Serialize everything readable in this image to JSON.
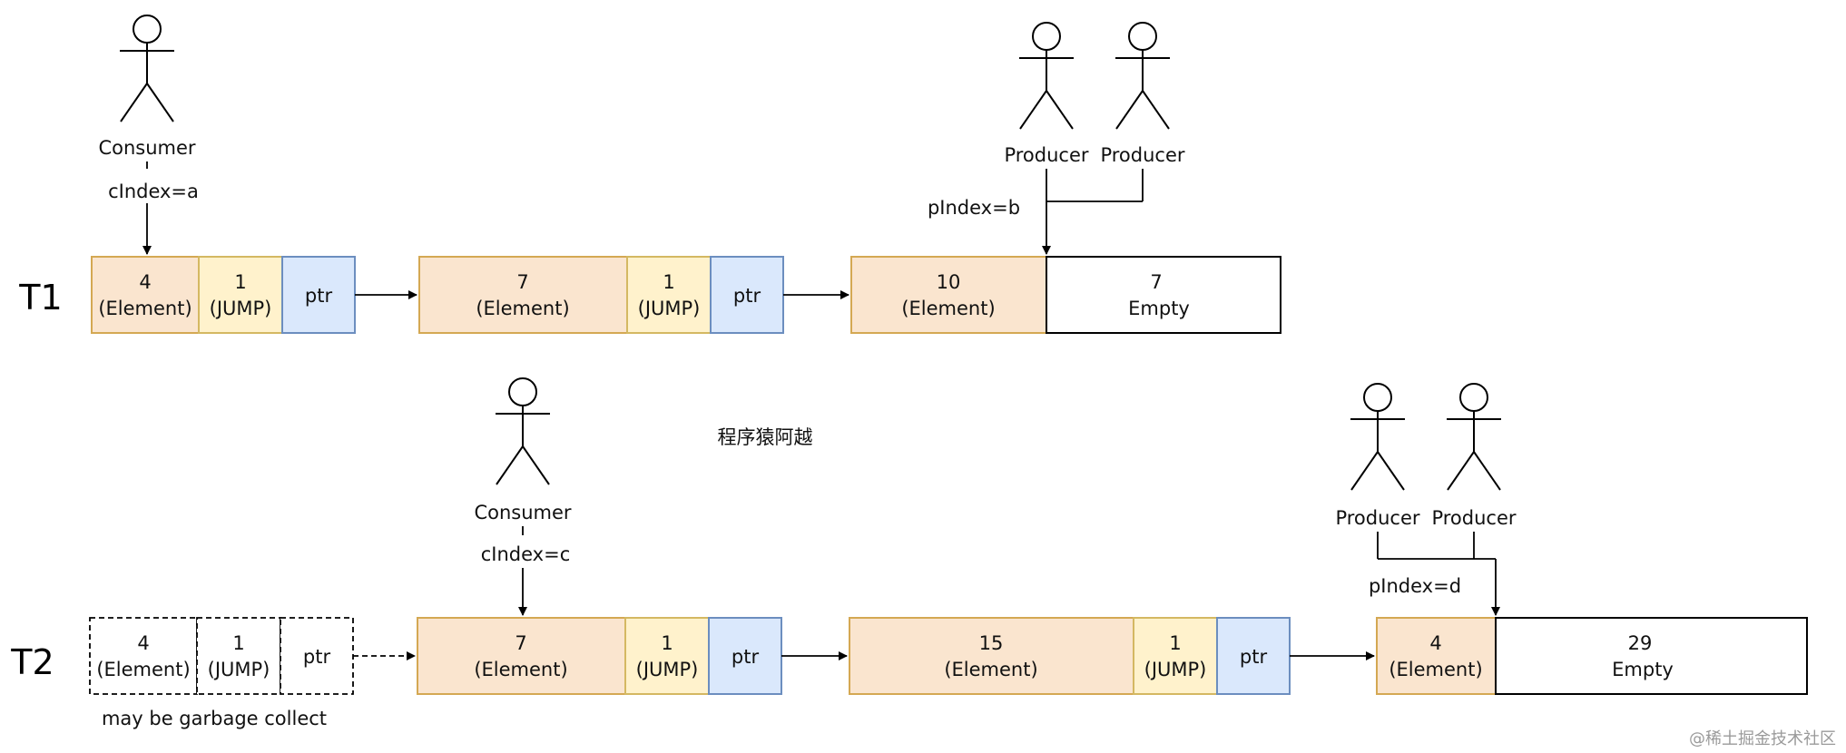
{
  "rows": {
    "t1": "T1",
    "t2": "T2"
  },
  "actors": {
    "t1_consumer": "Consumer",
    "t1_producer_a": "Producer",
    "t1_producer_b": "Producer",
    "t2_consumer": "Consumer",
    "t2_producer_a": "Producer",
    "t2_producer_b": "Producer"
  },
  "indices": {
    "t1_cindex": "cIndex=a",
    "t1_pindex": "pIndex=b",
    "t2_cindex": "cIndex=c",
    "t2_pindex": "pIndex=d"
  },
  "t1": {
    "seg1": {
      "el_num": "4",
      "el_label": "(Element)",
      "jump_num": "1",
      "jump_label": "(JUMP)",
      "ptr": "ptr"
    },
    "seg2": {
      "el_num": "7",
      "el_label": "(Element)",
      "jump_num": "1",
      "jump_label": "(JUMP)",
      "ptr": "ptr"
    },
    "seg3": {
      "el_num": "10",
      "el_label": "(Element)",
      "empty_num": "7",
      "empty_label": "Empty"
    }
  },
  "t2": {
    "seg1": {
      "el_num": "4",
      "el_label": "(Element)",
      "jump_num": "1",
      "jump_label": "(JUMP)",
      "ptr": "ptr"
    },
    "seg2": {
      "el_num": "7",
      "el_label": "(Element)",
      "jump_num": "1",
      "jump_label": "(JUMP)",
      "ptr": "ptr"
    },
    "seg3": {
      "el_num": "15",
      "el_label": "(Element)",
      "jump_num": "1",
      "jump_label": "(JUMP)",
      "ptr": "ptr"
    },
    "seg4": {
      "el_num": "4",
      "el_label": "(Element)",
      "empty_num": "29",
      "empty_label": "Empty"
    }
  },
  "gc_note": "may be garbage collect",
  "center_label": "程序猿阿越",
  "watermark": "@稀土掘金技术社区",
  "colors": {
    "element_fill": "#fae5cf",
    "element_stroke": "#d4a853",
    "jump_fill": "#fff2cc",
    "jump_stroke": "#d4b862",
    "ptr_fill": "#dae8fc",
    "ptr_stroke": "#6c8ebf",
    "line": "#000000"
  }
}
